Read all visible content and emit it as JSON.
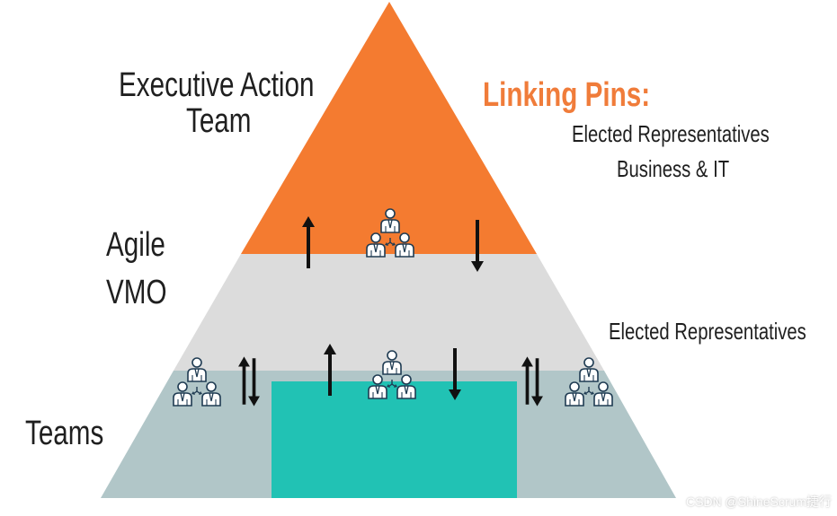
{
  "labels": {
    "executive_line1": "Executive Action",
    "executive_line2": "Team",
    "agile_line1": "Agile",
    "agile_line2": "VMO",
    "teams": "Teams",
    "linking_pins_title": "Linking Pins:",
    "elected_reps_top": "Elected Representatives",
    "business_it": "Business & IT",
    "elected_reps_right": "Elected Representatives"
  },
  "colors": {
    "top_tier": "#f47b30",
    "middle_tier": "#dcdcdc",
    "bottom_tier": "#b1c6c8",
    "teal_block": "#21c2b4",
    "icon": "#1f3b52",
    "arrow": "#111111",
    "accent_text": "#f07c3a"
  },
  "icons": [
    "people-group-icon",
    "up-arrow-icon",
    "down-arrow-icon",
    "double-arrow-icon"
  ],
  "watermark": "CSDN @ShineScrum捷行"
}
